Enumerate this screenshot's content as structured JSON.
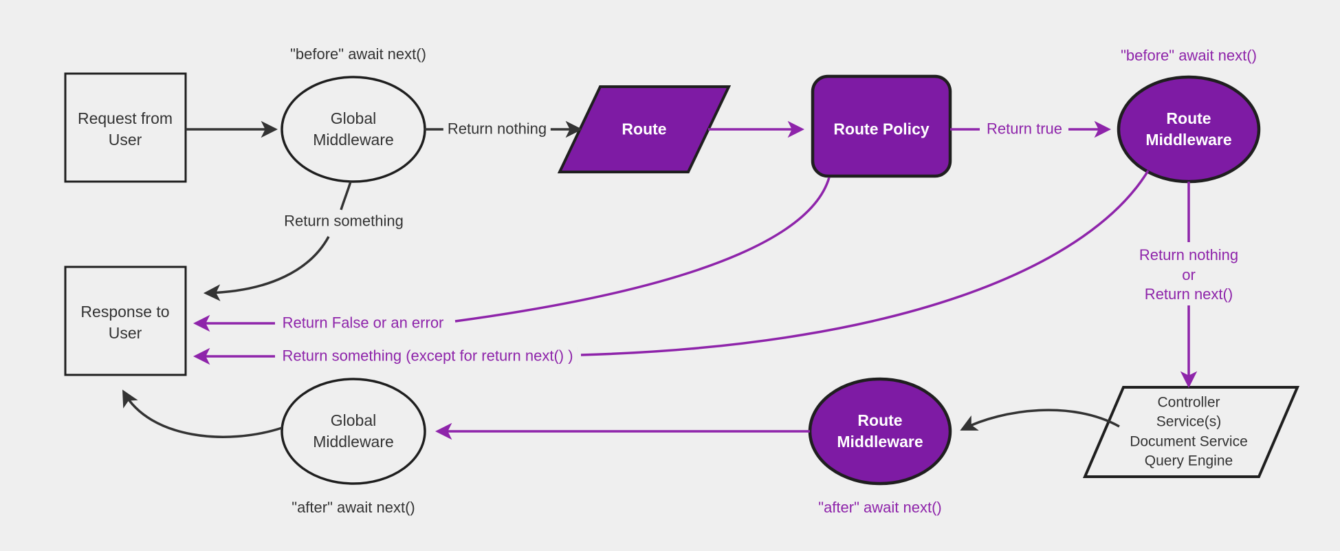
{
  "diagram": {
    "title": "Request lifecycle middleware flow",
    "background_color": "#efefef",
    "accent_purple": "#8E24AA",
    "fill_purple": "#7E1BA4",
    "stroke_dark": "#1f1f1f",
    "text_dark": "#333333"
  },
  "nodes": {
    "request": {
      "label": "Request from\nUser",
      "shape": "rectangle",
      "fill": "#efefef",
      "text_color": "#333333"
    },
    "global_middleware_top": {
      "label": "Global\nMiddleware",
      "shape": "ellipse",
      "fill": "#efefef",
      "text_color": "#333333"
    },
    "route": {
      "label": "Route",
      "shape": "parallelogram",
      "fill": "#7E1BA4",
      "text_color": "#ffffff"
    },
    "route_policy": {
      "label": "Route Policy",
      "shape": "rounded-rectangle",
      "fill": "#7E1BA4",
      "text_color": "#ffffff"
    },
    "route_middleware_top": {
      "label": "Route\nMiddleware",
      "shape": "ellipse",
      "fill": "#7E1BA4",
      "text_color": "#ffffff"
    },
    "response": {
      "label": "Response to\nUser",
      "shape": "rectangle",
      "fill": "#efefef",
      "text_color": "#333333"
    },
    "global_middleware_bottom": {
      "label": "Global\nMiddleware",
      "shape": "ellipse",
      "fill": "#efefef",
      "text_color": "#333333"
    },
    "route_middleware_bottom": {
      "label": "Route\nMiddleware",
      "shape": "ellipse",
      "fill": "#7E1BA4",
      "text_color": "#ffffff"
    },
    "controller": {
      "label": "Controller\nService(s)\nDocument Service\nQuery Engine",
      "shape": "parallelogram",
      "fill": "#efefef",
      "text_color": "#333333"
    }
  },
  "annotations": {
    "before_await_next_global": {
      "text": "\"before\" await next()",
      "color": "#333333"
    },
    "before_await_next_route": {
      "text": "\"before\" await next()",
      "color": "#8E24AA"
    },
    "after_await_next_global": {
      "text": "\"after\" await next()",
      "color": "#333333"
    },
    "after_await_next_route": {
      "text": "\"after\" await next()",
      "color": "#8E24AA"
    }
  },
  "edges": [
    {
      "id": "request-to-global",
      "label": "",
      "color": "#333333",
      "from": "request",
      "to": "global_middleware_top"
    },
    {
      "id": "global-return-nothing",
      "label": "Return nothing",
      "color": "#333333",
      "from": "global_middleware_top",
      "to": "route"
    },
    {
      "id": "global-return-something",
      "label": "Return something",
      "color": "#333333",
      "from": "global_middleware_top",
      "to": "response"
    },
    {
      "id": "route-to-policy",
      "label": "",
      "color": "#8E24AA",
      "from": "route",
      "to": "route_policy"
    },
    {
      "id": "policy-return-true",
      "label": "Return true",
      "color": "#8E24AA",
      "from": "route_policy",
      "to": "route_middleware_top"
    },
    {
      "id": "policy-return-false",
      "label": "Return False or an error",
      "color": "#8E24AA",
      "from": "route_policy",
      "to": "response"
    },
    {
      "id": "routemw-return-something",
      "label": "Return something (except for return next() )",
      "color": "#8E24AA",
      "from": "route_middleware_top",
      "to": "response"
    },
    {
      "id": "routemw-return-nothing",
      "label": "Return nothing\nor\nReturn next()",
      "color": "#8E24AA",
      "from": "route_middleware_top",
      "to": "controller"
    },
    {
      "id": "controller-to-routemw",
      "label": "",
      "color": "#333333",
      "from": "controller",
      "to": "route_middleware_bottom"
    },
    {
      "id": "routemw-to-globalmw",
      "label": "",
      "color": "#8E24AA",
      "from": "route_middleware_bottom",
      "to": "global_middleware_bottom"
    },
    {
      "id": "globalmw-to-response",
      "label": "",
      "color": "#333333",
      "from": "global_middleware_bottom",
      "to": "response"
    }
  ]
}
